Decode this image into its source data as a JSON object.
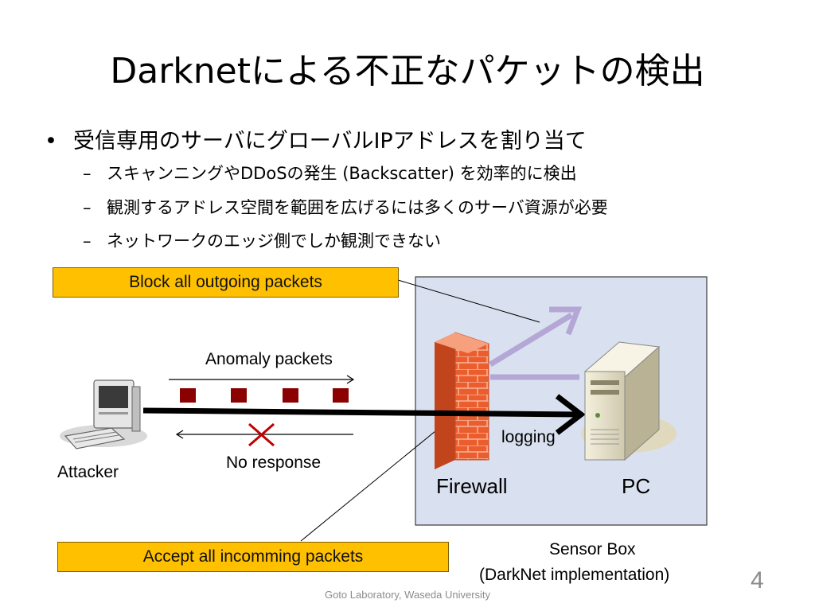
{
  "slide": {
    "title": "Darknetによる不正なパケットの検出",
    "bullet_main": "受信専用のサーバにグローバルIPアドレスを割り当て",
    "sub_bullets": [
      "スキャンニングやDDoSの発生 (Backscatter) を効率的に検出",
      "観測するアドレス空間を範囲を広げるには多くのサーバ資源が必要",
      "ネットワークのエッジ側でしか観測できない"
    ],
    "bullet_symbol": "•",
    "dash_symbol": "–",
    "footer": "Goto Laboratory, Waseda University",
    "page_number": "4"
  },
  "diagram": {
    "callout_top": "Block all outgoing packets",
    "callout_bottom": "Accept all incomming packets",
    "anomaly_label": "Anomaly  packets",
    "no_response_label": "No response",
    "attacker_label": "Attacker",
    "logging_label": "logging",
    "firewall_label": "Firewall",
    "pc_label": "PC",
    "sensor_box_line1": "Sensor Box",
    "sensor_box_line2": "(DarkNet implementation)",
    "colors": {
      "callout_fill": "#ffc000",
      "sensor_box_fill": "#d9e0ef",
      "packet_fill": "#8b0000",
      "blocked_arrow": "#b4a7d6",
      "cross": "#c00000",
      "firewall": "#e8542a"
    }
  }
}
